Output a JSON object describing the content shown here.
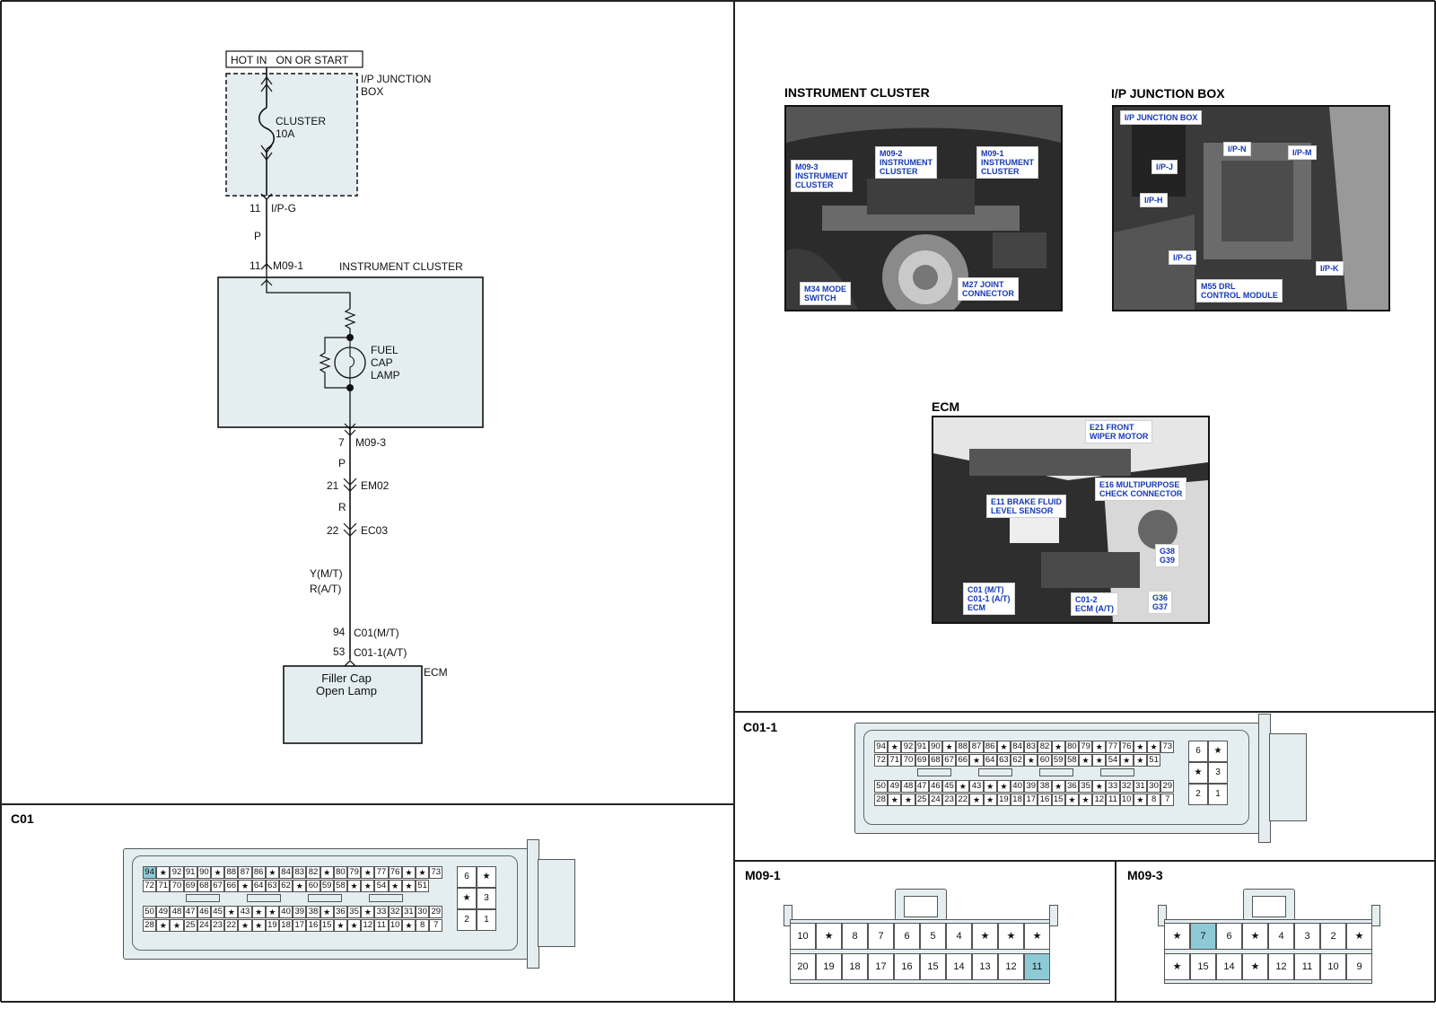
{
  "schematic": {
    "power_source": "HOT IN   ON OR START",
    "junction_box_name_l1": "I/P JUNCTION",
    "junction_box_name_l2": "BOX",
    "fuse_name": "CLUSTER",
    "fuse_rating": "10A",
    "jb_pin": "11",
    "jb_connector": "I/P-G",
    "wire1_color": "P",
    "cluster_pin": "11",
    "cluster_connector": "M09-1",
    "cluster_name": "INSTRUMENT CLUSTER",
    "lamp_label_l1": "FUEL",
    "lamp_label_l2": "CAP",
    "lamp_label_l3": "LAMP",
    "out_pin": "7",
    "out_connector": "M09-3",
    "wire2_color": "P",
    "joint1_pin": "21",
    "joint1_connector": "EM02",
    "wire3_color": "R",
    "joint2_pin": "22",
    "joint2_connector": "EC03",
    "wire4_color_mt": "Y(M/T)",
    "wire4_color_at": "R(A/T)",
    "ecm_pin_mt": "94",
    "ecm_connector_mt": "C01(M/T)",
    "ecm_pin_at": "53",
    "ecm_connector_at": "C01-1(A/T)",
    "ecm_name": "ECM",
    "ecm_function_l1": "Filler Cap",
    "ecm_function_l2": "Open Lamp"
  },
  "locations": {
    "cluster": {
      "title": "INSTRUMENT CLUSTER",
      "callouts": [
        "M09-3\nINSTRUMENT\nCLUSTER",
        "M09-2\nINSTRUMENT\nCLUSTER",
        "M09-1\nINSTRUMENT\nCLUSTER",
        "M34 MODE\nSWITCH",
        "M27 JOINT\nCONNECTOR"
      ]
    },
    "junction": {
      "title": "I/P JUNCTION BOX",
      "callouts": [
        "I/P JUNCTION BOX",
        "I/P-N",
        "I/P-M",
        "I/P-J",
        "I/P-H",
        "I/P-G",
        "I/P-K",
        "M55 DRL\nCONTROL MODULE"
      ]
    },
    "ecm": {
      "title": "ECM",
      "callouts": [
        "E21 FRONT\nWIPER MOTOR",
        "E16 MULTIPURPOSE\nCHECK CONNECTOR",
        "E11 BRAKE FLUID\nLEVEL SENSOR",
        "G38\nG39",
        "C01 (M/T)\nC01-1 (A/T)\nECM",
        "C01-2\nECM (A/T)",
        "G36\nG37"
      ]
    }
  },
  "connectors": {
    "c01": {
      "label": "C01",
      "rows": [
        [
          "94",
          "*",
          "92",
          "91",
          "90",
          "*",
          "88",
          "87",
          "86",
          "*",
          "84",
          "83",
          "82",
          "*",
          "80",
          "79",
          "*",
          "77",
          "76",
          "*",
          "*",
          "73"
        ],
        [
          "72",
          "71",
          "70",
          "69",
          "68",
          "67",
          "66",
          "*",
          "64",
          "63",
          "62",
          "*",
          "60",
          "59",
          "58",
          "*",
          "*",
          "54",
          "*",
          "*",
          "51"
        ],
        [
          "50",
          "49",
          "48",
          "47",
          "46",
          "45",
          "*",
          "43",
          "*",
          "*",
          "40",
          "39",
          "38",
          "*",
          "36",
          "35",
          "*",
          "33",
          "32",
          "31",
          "30",
          "29"
        ],
        [
          "28",
          "*",
          "*",
          "25",
          "24",
          "23",
          "22",
          "*",
          "*",
          "19",
          "18",
          "17",
          "16",
          "15",
          "*",
          "*",
          "12",
          "11",
          "10",
          "*",
          "8",
          "7"
        ]
      ],
      "side": [
        [
          "6",
          "*"
        ],
        [
          "*",
          "3"
        ],
        [
          "2",
          "1"
        ]
      ],
      "highlight": "94"
    },
    "c01_1": {
      "label": "C01-1",
      "rows": [
        [
          "94",
          "*",
          "92",
          "91",
          "90",
          "*",
          "88",
          "87",
          "86",
          "*",
          "84",
          "83",
          "82",
          "*",
          "80",
          "79",
          "*",
          "77",
          "76",
          "*",
          "*",
          "73"
        ],
        [
          "72",
          "71",
          "70",
          "69",
          "68",
          "67",
          "66",
          "*",
          "64",
          "63",
          "62",
          "*",
          "60",
          "59",
          "58",
          "*",
          "*",
          "54",
          "*",
          "*",
          "51"
        ],
        [
          "50",
          "49",
          "48",
          "47",
          "46",
          "45",
          "*",
          "43",
          "*",
          "*",
          "40",
          "39",
          "38",
          "*",
          "36",
          "35",
          "*",
          "33",
          "32",
          "31",
          "30",
          "29"
        ],
        [
          "28",
          "*",
          "*",
          "25",
          "24",
          "23",
          "22",
          "*",
          "*",
          "19",
          "18",
          "17",
          "16",
          "15",
          "*",
          "*",
          "12",
          "11",
          "10",
          "*",
          "8",
          "7"
        ]
      ],
      "side": [
        [
          "6",
          "*"
        ],
        [
          "*",
          "3"
        ],
        [
          "2",
          "1"
        ]
      ],
      "highlight": "53"
    },
    "m09_1": {
      "label": "M09-1",
      "top": [
        "10",
        "*",
        "8",
        "7",
        "6",
        "5",
        "4",
        "*",
        "*",
        "*"
      ],
      "bottom": [
        "20",
        "19",
        "18",
        "17",
        "16",
        "15",
        "14",
        "13",
        "12",
        "11"
      ],
      "highlight": "11"
    },
    "m09_3": {
      "label": "M09-3",
      "top": [
        "*",
        "7",
        "6",
        "*",
        "4",
        "3",
        "2",
        "*"
      ],
      "bottom": [
        "*",
        "15",
        "14",
        "*",
        "12",
        "11",
        "10",
        "9"
      ],
      "highlight": "7"
    }
  },
  "colors": {
    "component_fill": "#e4eef0",
    "highlight_pin": "#8ecad6",
    "callout_text": "#1538b5"
  }
}
